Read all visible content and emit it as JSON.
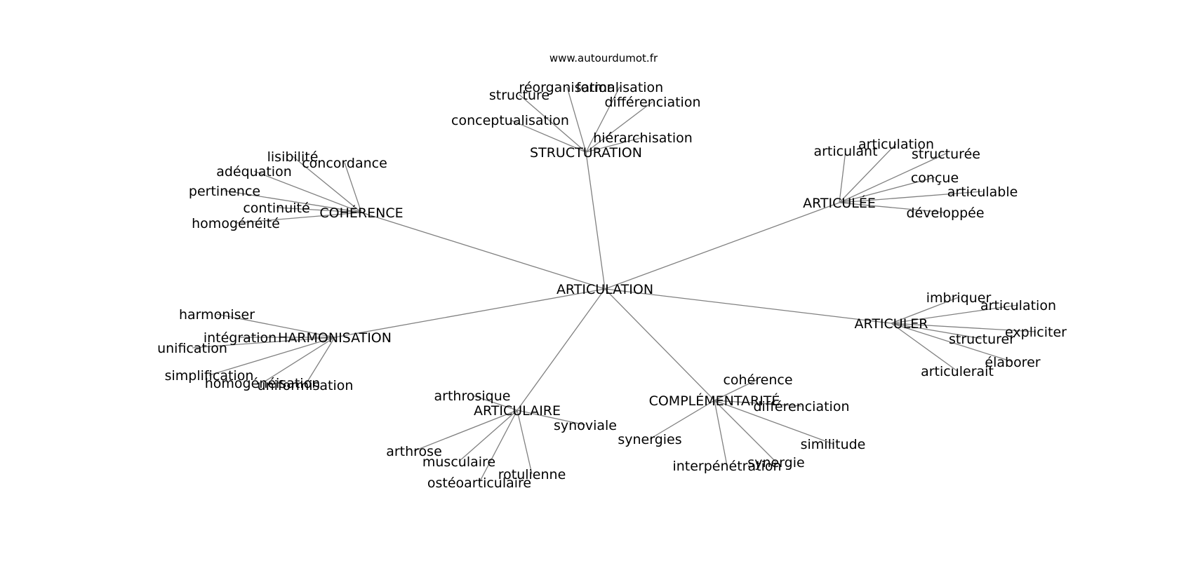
{
  "site": "www.autourdumot.fr",
  "colors": {
    "edge": "#808080",
    "text": "#000000",
    "background": "#ffffff"
  },
  "graph": {
    "center": "ARTICULATION",
    "hubs": [
      {
        "label": "STRUCTURATION",
        "leaves": [
          "réorganisation",
          "formalisation",
          "structure",
          "différenciation",
          "conceptualisation",
          "hiérarchisation"
        ]
      },
      {
        "label": "COHÉRENCE",
        "leaves": [
          "lisibilité",
          "concordance",
          "adéquation",
          "pertinence",
          "continuité",
          "homogénéité"
        ]
      },
      {
        "label": "ARTICULÉE",
        "leaves": [
          "articulation",
          "articulant",
          "structurée",
          "conçue",
          "articulable",
          "développée"
        ]
      },
      {
        "label": "HARMONISATION",
        "leaves": [
          "harmoniser",
          "intégration",
          "unification",
          "simplification",
          "homogénéisation",
          "uniformisation"
        ]
      },
      {
        "label": "ARTICULER",
        "leaves": [
          "imbriquer",
          "articulation",
          "structurer",
          "expliciter",
          "élaborer",
          "articulerait"
        ]
      },
      {
        "label": "ARTICULAIRE",
        "leaves": [
          "arthrosique",
          "synoviale",
          "arthrose",
          "musculaire",
          "rotulienne",
          "ostéoarticulaire"
        ]
      },
      {
        "label": "COMPLÉMENTARITÉ",
        "leaves": [
          "cohérence",
          "différenciation",
          "synergies",
          "similitude",
          "synergie",
          "interpénétration"
        ]
      }
    ]
  }
}
